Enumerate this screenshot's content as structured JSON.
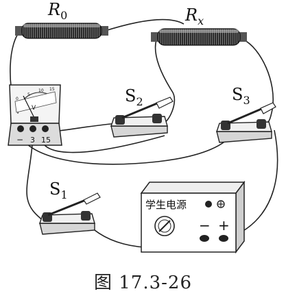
{
  "components": {
    "r0": {
      "symbol": "R",
      "subscript": "0"
    },
    "rx": {
      "symbol": "R",
      "subscript": "x"
    },
    "s1": {
      "symbol": "S",
      "subscript": "1"
    },
    "s2": {
      "symbol": "S",
      "subscript": "2"
    },
    "s3": {
      "symbol": "S",
      "subscript": "3"
    },
    "voltmeter": {
      "needle_label": "V",
      "scale_marks": [
        "0",
        "5",
        "10",
        "15"
      ],
      "terminals": [
        "−",
        "3",
        "15"
      ]
    },
    "power_supply": {
      "title": "学生电源",
      "minus": "−",
      "plus": "+"
    }
  },
  "caption": "图 17.3-26"
}
